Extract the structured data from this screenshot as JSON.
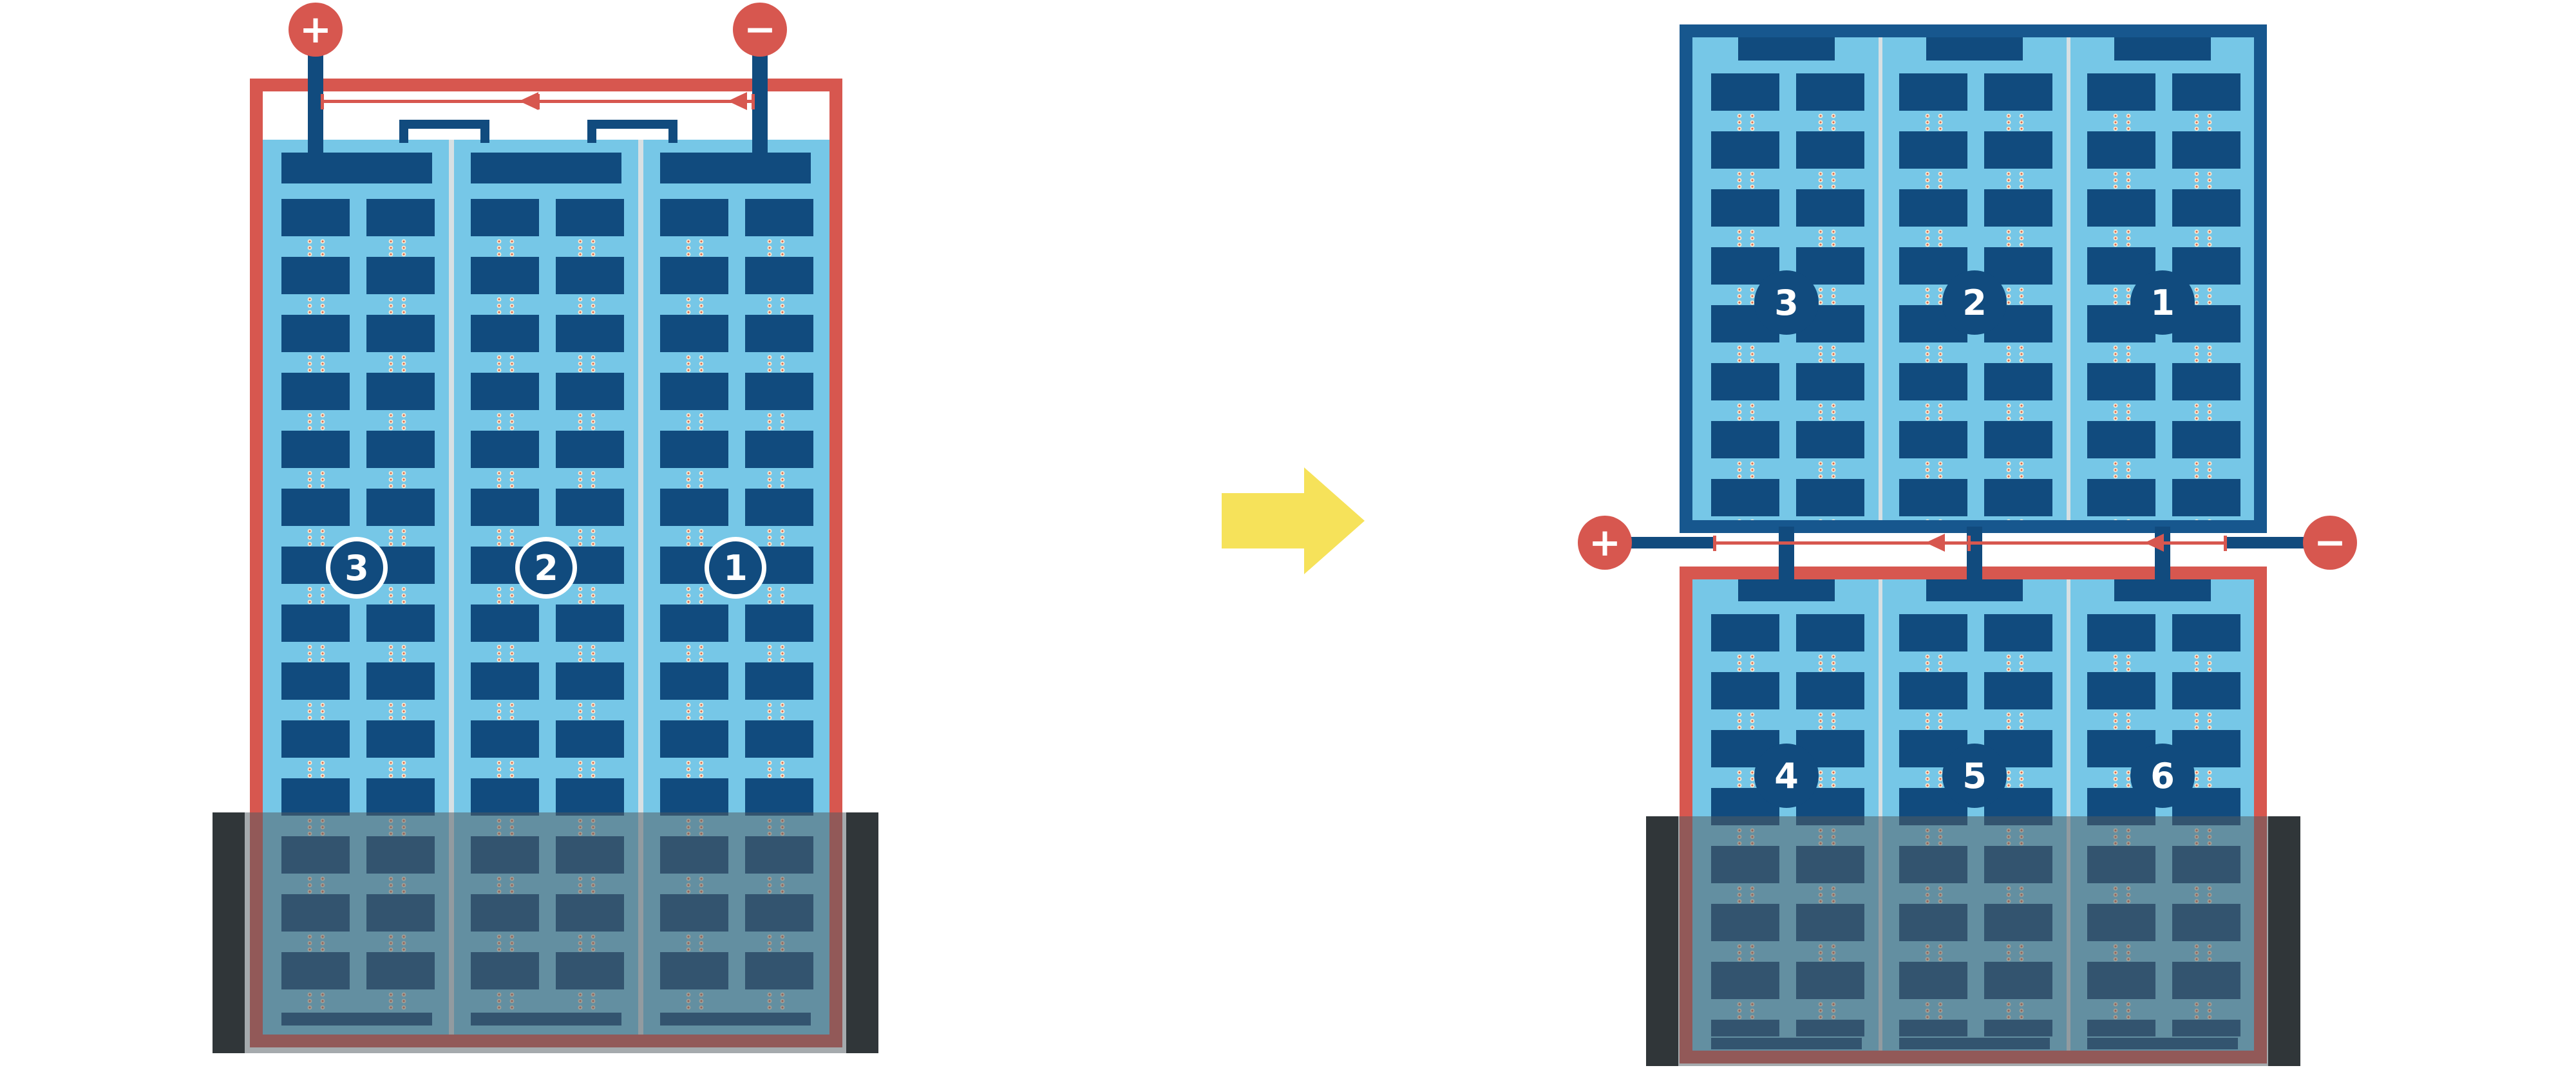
{
  "colors": {
    "red": "#D7574F",
    "navy": "#114B7E",
    "frame_blue": "#17578E",
    "light_blue": "#76C7E7",
    "yellow": "#F6E25A",
    "shade_bar": "#303639",
    "dot_cream": "#F7E9D2",
    "dot_orange": "#D96A50",
    "white": "#FFFFFF"
  },
  "icons": {
    "transform": "right-block-arrow",
    "positive": "plus-icon",
    "negative": "minus-icon",
    "current": "left-arrowheads"
  },
  "left_panel": {
    "terminal_positive": "+",
    "terminal_negative": "−",
    "modules": [
      {
        "label": "3"
      },
      {
        "label": "2"
      },
      {
        "label": "1"
      }
    ]
  },
  "right_panels": {
    "terminal_positive": "+",
    "terminal_negative": "−",
    "top": {
      "modules": [
        {
          "label": "3"
        },
        {
          "label": "2"
        },
        {
          "label": "1"
        }
      ]
    },
    "bottom": {
      "modules": [
        {
          "label": "4"
        },
        {
          "label": "5"
        },
        {
          "label": "6"
        }
      ]
    }
  }
}
